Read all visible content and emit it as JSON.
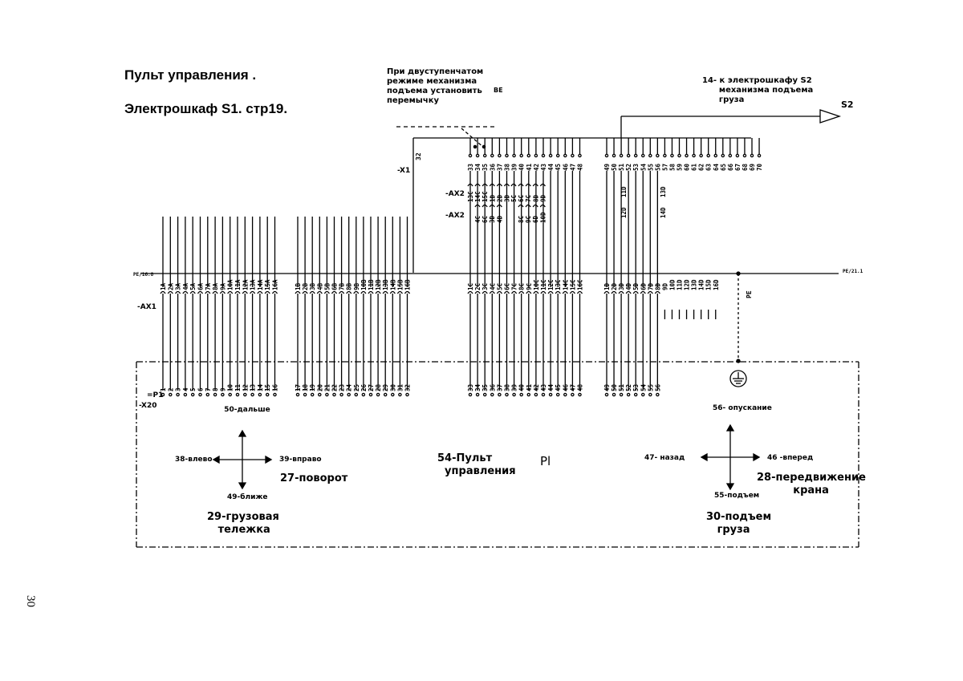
{
  "header": {
    "title_line1": "Пульт    управления .",
    "title_line2": "Электрошкаф S1.  стр19."
  },
  "notes": {
    "jumper_note": "При двуступенчатом\nрежиме механизма\nподъема установить\nперемычку",
    "jumper_code": "BE",
    "s2_note": "14- к электрошкафу S2\n      механизма подъема\n      груза",
    "s2_tag": "S2"
  },
  "designators": {
    "x1": "-X1",
    "x1_pin": "32",
    "ax2_a": "-AX2",
    "ax2_b": "-AX2",
    "ax1": "-AX1",
    "p1": "=P1",
    "x20": "-X20",
    "pe_left": "PE/16.8",
    "pe_right": "PE/21.1",
    "pe": "PE"
  },
  "terminals": {
    "top_group1": [
      "33",
      "34",
      "35",
      "36",
      "37",
      "38",
      "39",
      "40",
      "41",
      "42",
      "43",
      "44",
      "45",
      "46",
      "47",
      "48"
    ],
    "top_group2": [
      "49",
      "50",
      "51",
      "52",
      "53",
      "54",
      "55",
      "56",
      "57",
      "58",
      "59",
      "60",
      "61",
      "62",
      "63",
      "64",
      "65",
      "66",
      "67",
      "68",
      "69",
      "70"
    ],
    "ax2_row1_g1": [
      "13C",
      "14C",
      "15C",
      "1D",
      "2D",
      "3D"
    ],
    "ax2_row1_g2": [
      "5C",
      "6C",
      "7C",
      "8D",
      "9D"
    ],
    "ax2_row2_g1": [
      "4C",
      "6C",
      "3D",
      "4D"
    ],
    "ax2_row2_g2": [
      "8C",
      "9C",
      "6D",
      "10D"
    ],
    "ax2_mid": [
      "11D",
      "13D"
    ],
    "ax2_mid2": [
      "12D",
      "14D"
    ],
    "ax1_g1": [
      "1A",
      "2A",
      "3A",
      "4A",
      "5A",
      "6A",
      "7A",
      "8A",
      "9A",
      "10A",
      "11A",
      "12A",
      "13A",
      "14A",
      "15A",
      "16A"
    ],
    "ax1_g2": [
      "1B",
      "2B",
      "3B",
      "4B",
      "5B",
      "6B",
      "7B",
      "8B",
      "9B",
      "10B",
      "11B",
      "12B",
      "13B",
      "14B",
      "15B",
      "16B"
    ],
    "ax1_g3": [
      "1C",
      "2C",
      "3C",
      "4C",
      "5C",
      "6C",
      "7C",
      "8C",
      "9C",
      "10C",
      "11C",
      "12C",
      "13C",
      "14C",
      "15C",
      "16C"
    ],
    "ax1_g4": [
      "1D",
      "2D",
      "3D",
      "4D",
      "5D",
      "6D",
      "7D",
      "8D",
      "9D",
      "10D",
      "11D",
      "12D",
      "13D",
      "14D",
      "15D",
      "16D"
    ],
    "x20_g1": [
      "1",
      "2",
      "3",
      "4",
      "5",
      "6",
      "7",
      "8",
      "9",
      "10",
      "11",
      "12",
      "13",
      "14",
      "15",
      "16"
    ],
    "x20_g2": [
      "17",
      "18",
      "19",
      "20",
      "21",
      "22",
      "23",
      "24",
      "25",
      "26",
      "27",
      "28",
      "29",
      "30",
      "31",
      "32"
    ],
    "x20_g3": [
      "33",
      "34",
      "35",
      "36",
      "37",
      "38",
      "39",
      "40",
      "41",
      "42",
      "43",
      "44",
      "45",
      "46",
      "47",
      "48"
    ],
    "x20_g4": [
      "49",
      "50",
      "51",
      "52",
      "53",
      "54",
      "55",
      "56"
    ]
  },
  "joystick_left": {
    "up": "50-дальше",
    "left": "38-влево",
    "right": "39-вправо",
    "down": "49-ближе",
    "rotate": "27-поворот",
    "caption": "29-грузовая\n   тележка"
  },
  "center": {
    "console": "54-Пульт\n  управления",
    "code": "Pl"
  },
  "joystick_right": {
    "up": "56- опускание",
    "left": "47- назад",
    "right": "46 -вперед",
    "down": "55-подъем",
    "travel": "28-передвижение\n          крана",
    "caption": "30-подъем\n   груза"
  },
  "page": {
    "number": "30"
  }
}
